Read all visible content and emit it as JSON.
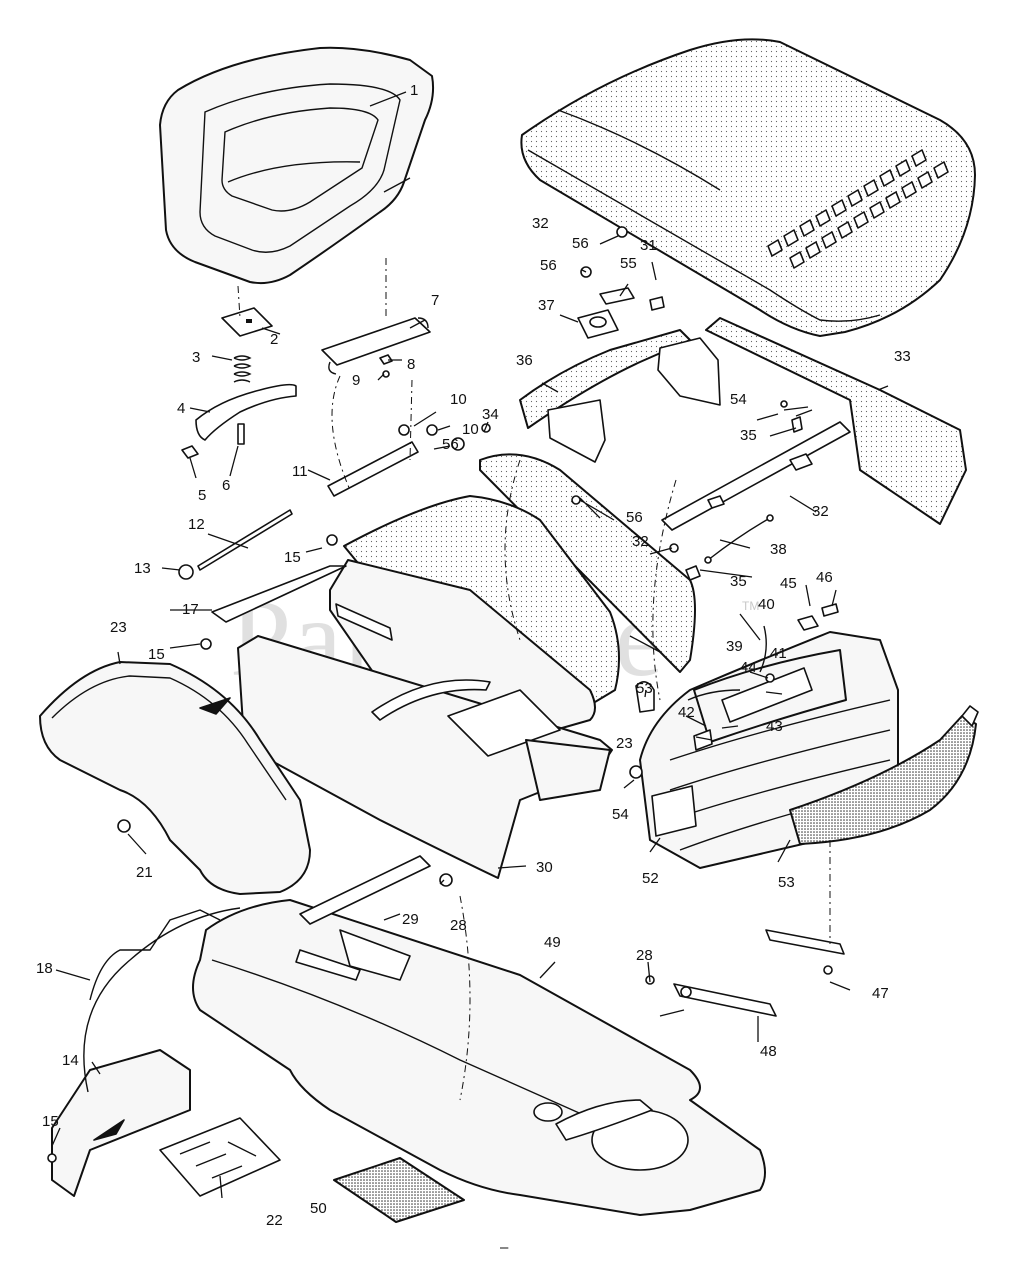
{
  "watermark": {
    "text": "PartsTree",
    "trademark": "TM"
  },
  "callouts": [
    "1",
    "2",
    "3",
    "4",
    "5",
    "6",
    "7",
    "8",
    "9",
    "10",
    "10",
    "11",
    "12",
    "13",
    "14",
    "15",
    "15",
    "15",
    "17",
    "18",
    "21",
    "22",
    "23",
    "23",
    "28",
    "28",
    "29",
    "30",
    "31",
    "32",
    "32",
    "32",
    "33",
    "34",
    "35",
    "35",
    "36",
    "37",
    "38",
    "39",
    "40",
    "41",
    "42",
    "43",
    "44",
    "45",
    "46",
    "47",
    "48",
    "49",
    "50",
    "52",
    "53",
    "53",
    "54",
    "54",
    "55",
    "56",
    "56",
    "56",
    "56"
  ],
  "footer_mark": "–"
}
